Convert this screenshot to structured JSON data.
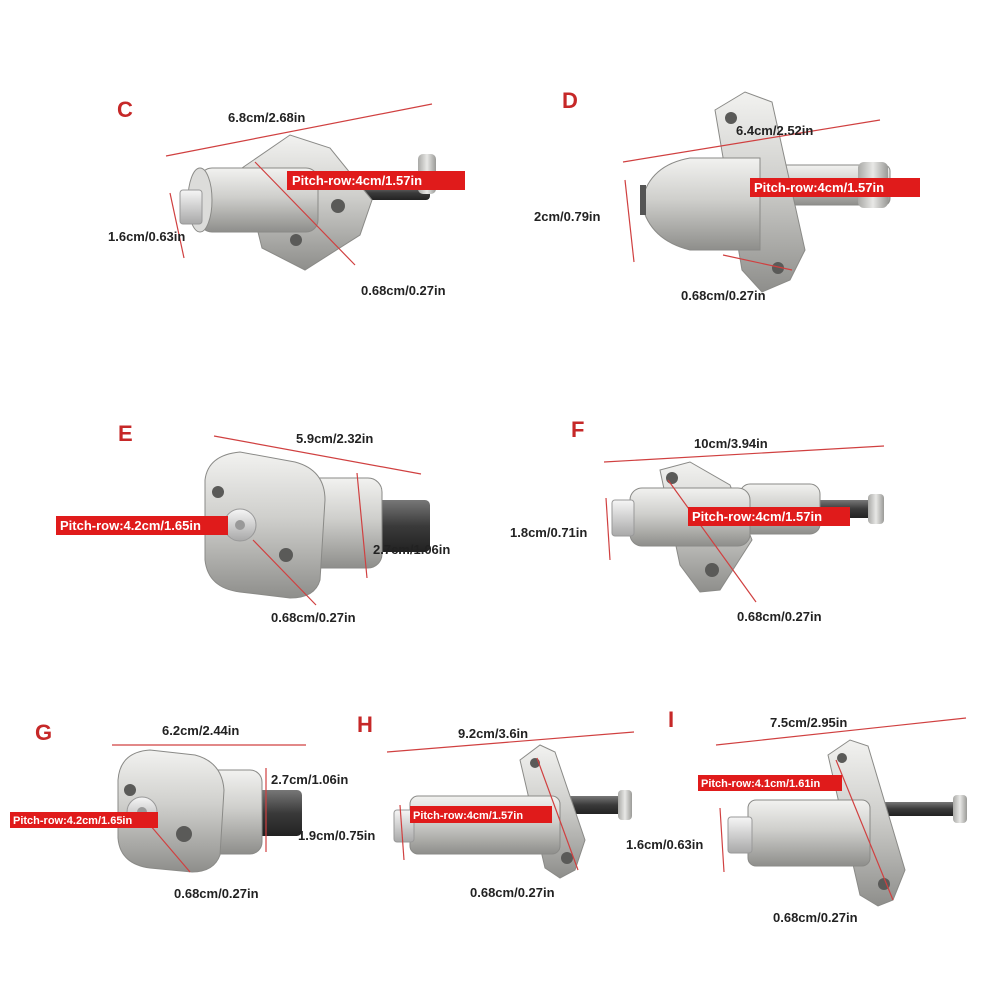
{
  "panels": {
    "C": {
      "letter": "C",
      "length": "6.8cm/2.68in",
      "pitch": "Pitch-row:4cm/1.57in",
      "diameter": "1.6cm/0.63in",
      "hole": "0.68cm/0.27in"
    },
    "D": {
      "letter": "D",
      "length": "6.4cm/2.52in",
      "pitch": "Pitch-row:4cm/1.57in",
      "diameter": "2cm/0.79in",
      "hole": "0.68cm/0.27in"
    },
    "E": {
      "letter": "E",
      "length": "5.9cm/2.32in",
      "pitch": "Pitch-row:4.2cm/1.65in",
      "height": "2.7cm/1.06in",
      "hole": "0.68cm/0.27in"
    },
    "F": {
      "letter": "F",
      "length": "10cm/3.94in",
      "pitch": "Pitch-row:4cm/1.57in",
      "diameter": "1.8cm/0.71in",
      "hole": "0.68cm/0.27in"
    },
    "G": {
      "letter": "G",
      "length": "6.2cm/2.44in",
      "pitch": "Pitch-row:4.2cm/1.65in",
      "height": "2.7cm/1.06in",
      "hole": "0.68cm/0.27in"
    },
    "H": {
      "letter": "H",
      "length": "9.2cm/3.6in",
      "pitch": "Pitch-row:4cm/1.57in",
      "diameter": "1.9cm/0.75in",
      "hole": "0.68cm/0.27in"
    },
    "I": {
      "letter": "I",
      "length": "7.5cm/2.95in",
      "pitch": "Pitch-row:4.1cm/1.61in",
      "diameter": "1.6cm/0.63in",
      "hole": "0.68cm/0.27in"
    }
  },
  "colors": {
    "letter": "#c62828",
    "pitch_label_bg": "#e01b1b",
    "dimension_line": "#d04040",
    "metal_light": "#e4e4e2",
    "metal_mid": "#b9b9b6",
    "metal_dark": "#7d7d7a",
    "shaft": "#4a4a4a"
  }
}
